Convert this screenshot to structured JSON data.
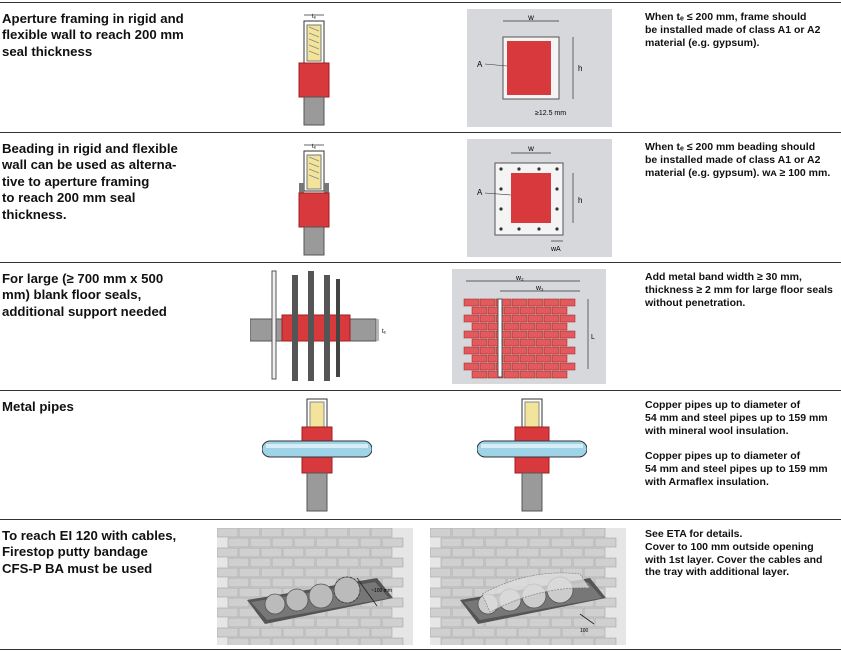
{
  "colors": {
    "seal_red": "#d8393c",
    "seal_dark": "#a01e22",
    "panel_grey": "#d6d8db",
    "wool_yellow": "#f2e49a",
    "pipe_blue": "#9fd3e8",
    "concrete": "#9a9a9a"
  },
  "rows": [
    {
      "title_lines": [
        "Aperture framing in rigid and",
        "flexible wall to reach 200 mm",
        "seal thickness"
      ],
      "note_lines": [
        "When tₑ ≤ 200 mm, frame should",
        "be installed made of class A1 or A2",
        "material (e.g. gypsum)."
      ],
      "fig_labels": {
        "tc": "tₑ",
        "w": "w",
        "h": "h",
        "A": "A",
        "gap": "≥12.5 mm"
      }
    },
    {
      "title_lines": [
        "Beading in rigid and flexible",
        "wall can be used as alterna-",
        "tive to aperture framing",
        "to reach 200 mm seal",
        "thickness."
      ],
      "note_lines": [
        "When tₑ ≤ 200 mm beading should",
        "be installed made of class A1 or A2",
        "material (e.g. gypsum). wᴀ ≥ 100 mm."
      ],
      "fig_labels": {
        "tc": "tₑ",
        "w": "w",
        "h": "h",
        "A": "A",
        "wa": "wA"
      }
    },
    {
      "title_lines": [
        "For large (≥ 700 mm x 500",
        "mm) blank floor seals,",
        "additional support needed"
      ],
      "note_lines": [
        "Add metal band width ≥ 30 mm,",
        "thickness ≥ 2 mm for large floor seals",
        "without penetration."
      ],
      "fig_labels": {
        "tc": "tₑ",
        "w2": "w₂",
        "w1": "w₁",
        "L": "L"
      }
    },
    {
      "title_lines": [
        "Metal pipes"
      ],
      "note_lines": [
        "Copper pipes up to diameter of",
        "54 mm and steel pipes up to 159 mm",
        "with mineral wool insulation.",
        "",
        "Copper pipes up to diameter of",
        "54 mm and steel pipes up to 159 mm",
        "with Armaflex insulation."
      ]
    },
    {
      "title_lines": [
        "To reach EI 120 with cables,",
        "Firestop putty bandage",
        "CFS-P BA must be used"
      ],
      "note_lines": [
        "See ETA for details.",
        "Cover to 100 mm outside opening",
        "with 1st layer. Cover the cables and",
        "the tray with additional layer."
      ],
      "fig_labels": {
        "dim1": "~100 mm",
        "dim2": "100"
      }
    }
  ]
}
